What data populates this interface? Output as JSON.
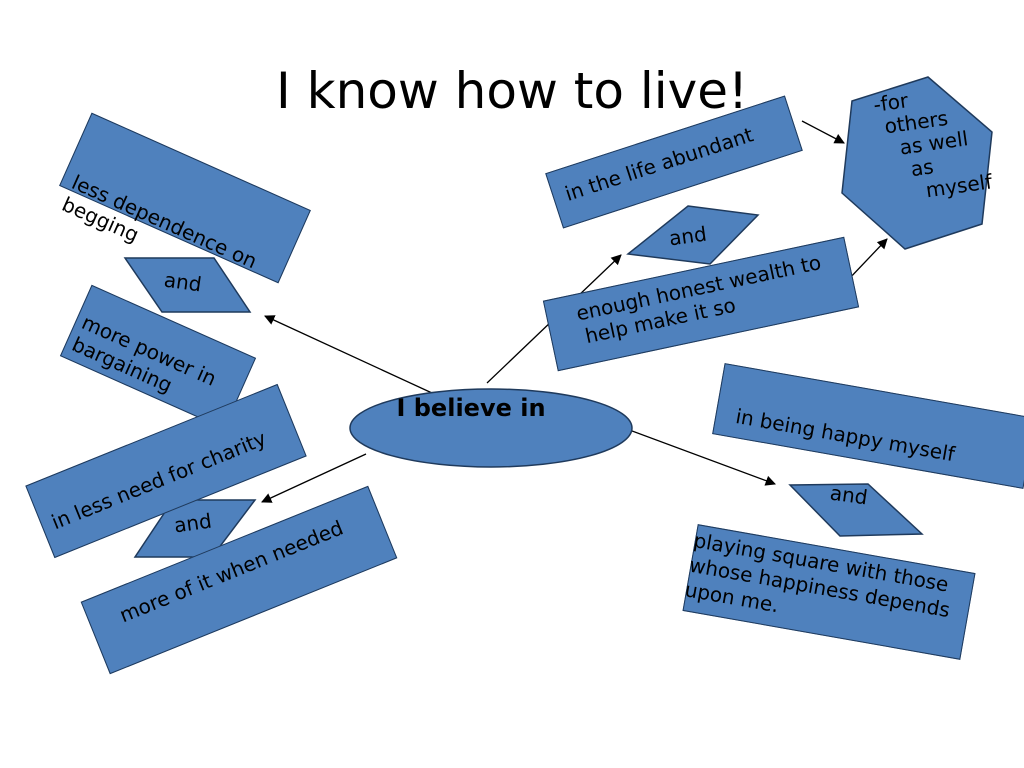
{
  "title": "I know how to live!",
  "center": "I believe in",
  "left": {
    "box1": "less dependence on begging",
    "and1": "and",
    "box2_line1": "more power in",
    "box2_line2": "bargaining",
    "box3": "in less need for charity",
    "and2": "and",
    "box4": "more of it when needed"
  },
  "right": {
    "box1": "in the life abundant",
    "and1": "and",
    "box2_line1": "enough honest wealth to",
    "box2_line2": "help make it so",
    "hexagon": [
      "-for",
      "others",
      "as well",
      "as",
      "myself"
    ],
    "box3": "in being happy myself",
    "and2": "and",
    "box4": [
      "playing square with those",
      "whose happiness depends",
      "upon me."
    ]
  },
  "colors": {
    "shape_fill": "#4f81bd",
    "shape_stroke": "#1f3a5c",
    "text": "#000000"
  }
}
